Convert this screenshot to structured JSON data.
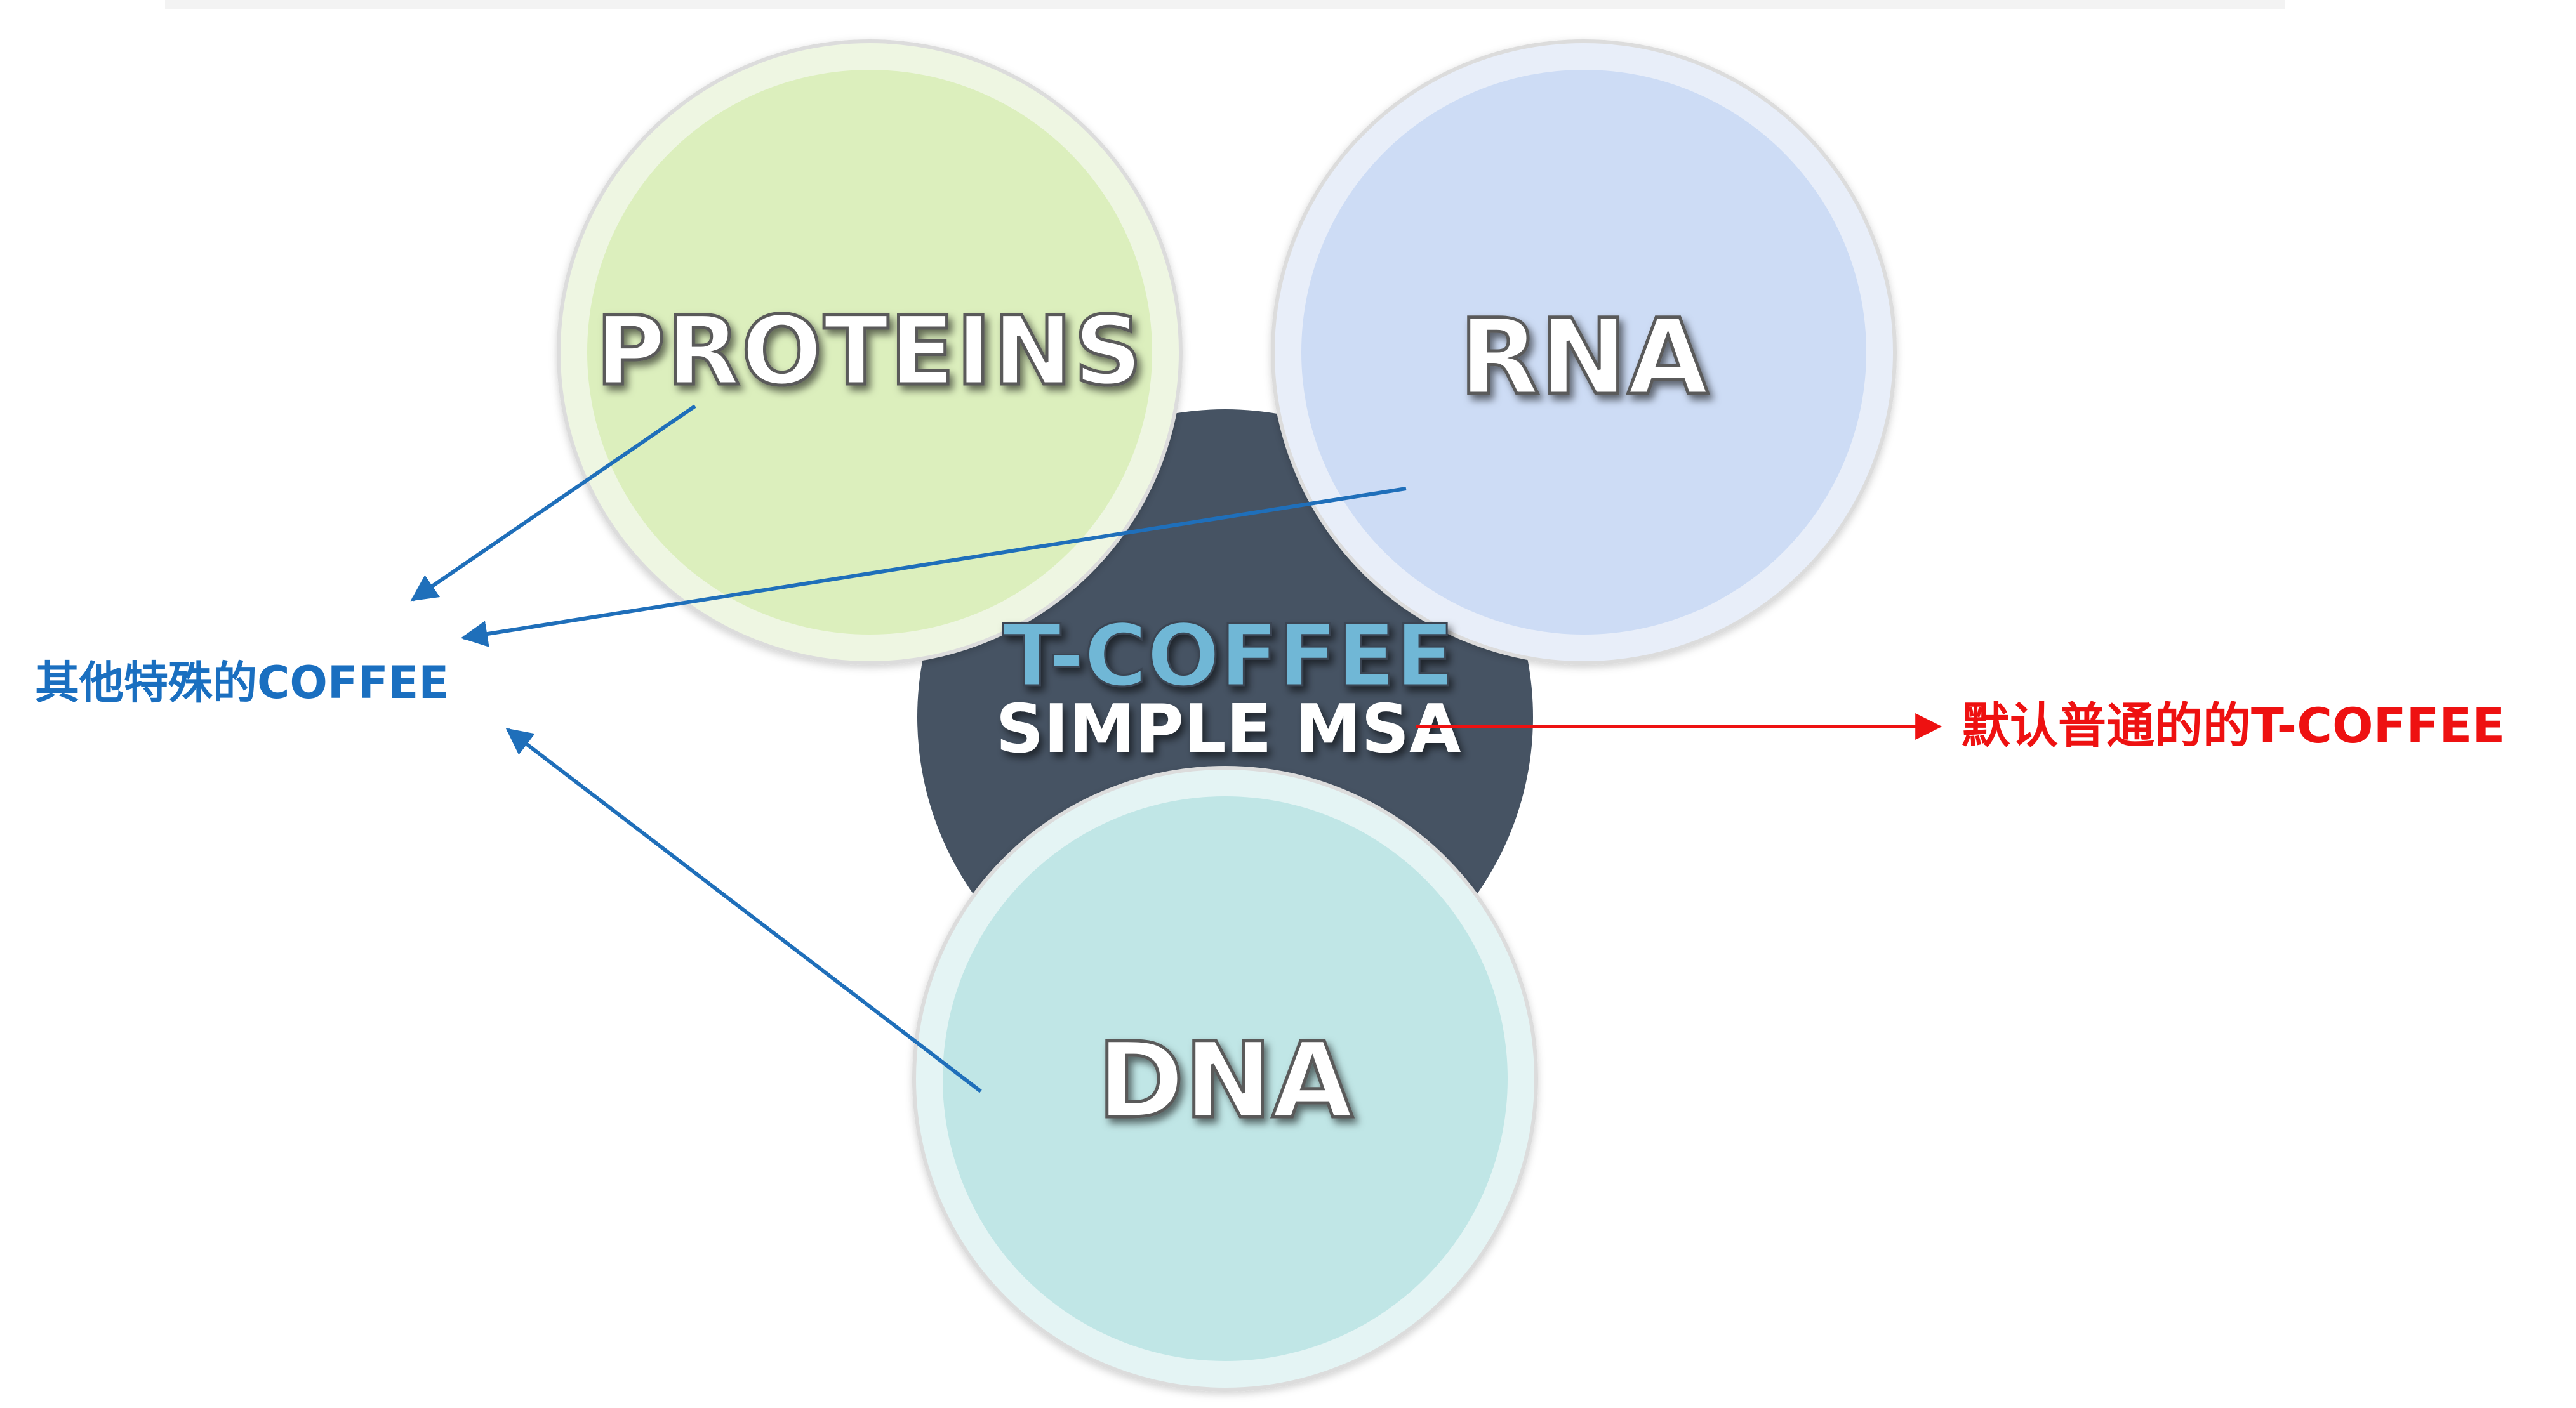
{
  "nodes": {
    "proteins": "PROTEINS",
    "rna": "RNA",
    "dna": "DNA",
    "center_title": "T-COFFEE",
    "center_subtitle": "SIMPLE MSA"
  },
  "annotations": {
    "left": "其他特殊的COFFEE",
    "right": "默认普通的的T-COFFEE"
  },
  "colors": {
    "proteins_fill": "#dcefbd",
    "rna_fill": "#cddcf5",
    "dna_fill": "#c0e6e6",
    "center_fill": "#465363",
    "center_title": "#6fb7d6",
    "left_arrow": "#1f6fba",
    "right_arrow": "#ee1111",
    "left_text": "#1a6fc0",
    "right_text": "#ee1111"
  }
}
